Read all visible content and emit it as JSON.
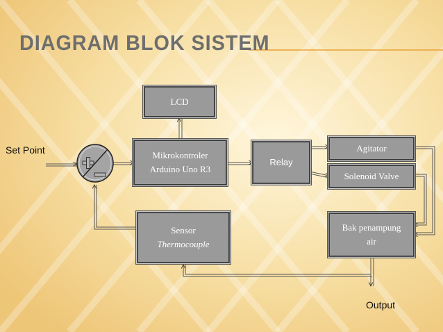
{
  "title": "DIAGRAM BLOK SISTEM",
  "labels": {
    "set_point": "Set Point",
    "output": "Output"
  },
  "blocks": {
    "lcd": "LCD",
    "mikrokontroler_line1": "Mikrokontroler",
    "mikrokontroler_line2": "Arduino Uno R3",
    "relay": "Relay",
    "agitator": "Agitator",
    "solenoid": "Solenoid Valve",
    "sensor_line1": "Sensor",
    "sensor_line2": "Thermocouple",
    "bak_line1": "Bak penampung",
    "bak_line2": "air"
  },
  "colors": {
    "background": "#f5d99a",
    "block_fill": "#9a9a9a",
    "title": "#6e6e6e",
    "accent_line": "#e8a43a"
  }
}
